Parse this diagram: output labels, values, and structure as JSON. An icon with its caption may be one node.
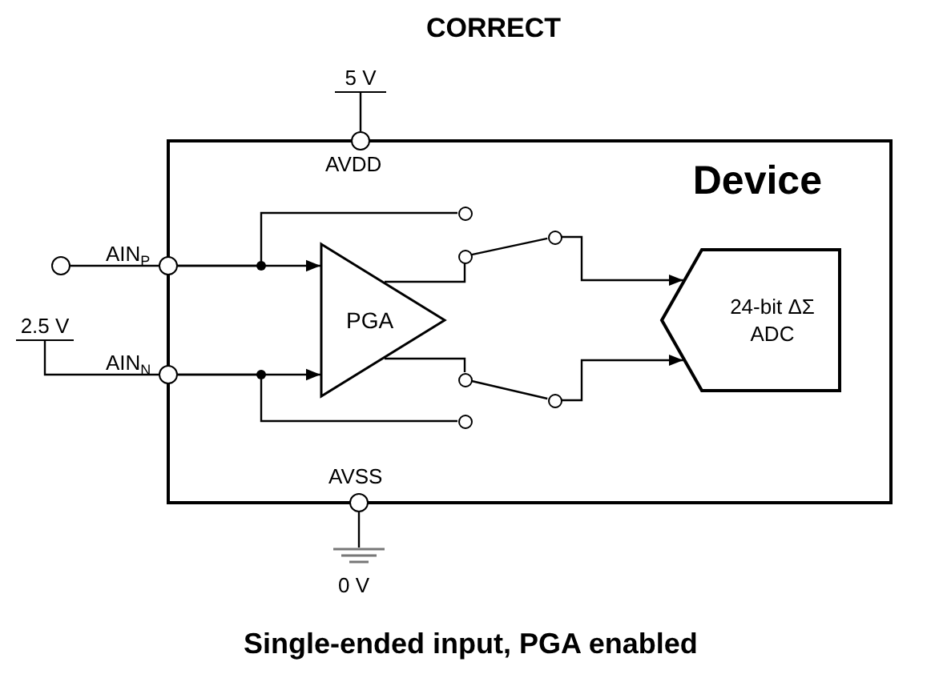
{
  "diagram": {
    "title": "CORRECT",
    "caption": "Single-ended input, PGA enabled",
    "nodes": [
      {
        "text": [
          "Device"
        ]
      },
      {
        "text": [
          "PGA"
        ],
        "in": 0
      },
      {
        "text": [
          "24-bit ΔΣ ADC"
        ],
        "in": 0
      },
      {
        "text": [],
        "shape": "circle",
        "beside": [
          "AVDD"
        ]
      },
      {
        "text": [],
        "shape": "circle",
        "beside": [
          "AVSS"
        ]
      },
      {
        "text": [],
        "shape": "circle",
        "beside": [
          "AIN$_{P}$"
        ]
      },
      {
        "text": [],
        "shape": "circle",
        "beside": [
          "AIN$_{N}$"
        ]
      },
      {
        "text": [],
        "shape": "circle"
      },
      {
        "text": [
          "5 V"
        ]
      },
      {
        "text": [
          "2.5 V"
        ]
      },
      {
        "text": [],
        "shape": "ground",
        "beside": [
          "0 V"
        ]
      },
      {
        "text": [],
        "shape": "circle",
        "in": 0
      },
      {
        "text": [],
        "shape": "circle",
        "in": 0
      },
      {
        "text": [],
        "shape": "circle",
        "in": 0
      },
      {
        "text": [],
        "shape": "circle",
        "in": 0
      },
      {
        "text": [],
        "shape": "circle",
        "in": 0
      },
      {
        "text": [],
        "shape": "circle",
        "in": 0
      }
    ],
    "edges": [
      {
        "from": 7,
        "to": 5,
        "arrow": "none"
      },
      {
        "from": 8,
        "to": 3,
        "arrow": "none"
      },
      {
        "from": 9,
        "to": 6,
        "arrow": "none"
      },
      {
        "from": 4,
        "to": 10,
        "arrow": "none"
      },
      {
        "from": 5,
        "to": 1,
        "arrow": "to"
      },
      {
        "from": 5,
        "to": 11,
        "arrow": "none"
      },
      {
        "from": 6,
        "to": 1,
        "arrow": "to"
      },
      {
        "from": 6,
        "to": 16,
        "arrow": "none"
      },
      {
        "from": 1,
        "to": 12,
        "arrow": "none"
      },
      {
        "from": 1,
        "to": 14,
        "arrow": "none"
      },
      {
        "from": 12,
        "to": 13,
        "arrow": "none"
      },
      {
        "from": 14,
        "to": 15,
        "arrow": "none"
      },
      {
        "from": 13,
        "to": 2,
        "arrow": "to"
      },
      {
        "from": 15,
        "to": 2,
        "arrow": "to"
      }
    ]
  }
}
